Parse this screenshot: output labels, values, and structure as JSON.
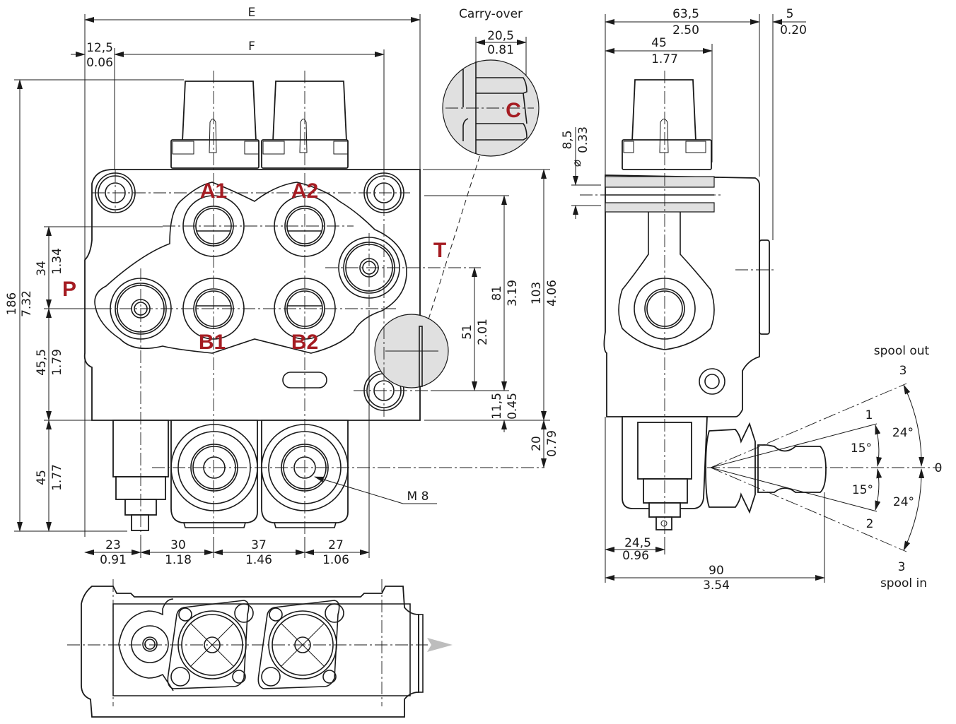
{
  "title": "Hydraulic directional control valve dimensional drawing (2 sections)",
  "colors": {
    "port_label": "#a51c22",
    "line": "#1a1a1a",
    "detail_fill": "#e0e0e0",
    "background": "#ffffff"
  },
  "ports": {
    "a1": "A1",
    "a2": "A2",
    "b1": "B1",
    "b2": "B2",
    "p": "P",
    "t": "T",
    "c": "C"
  },
  "carry_over": {
    "title": "Carry-over",
    "width_mm": "20,5",
    "width_in": "0.81"
  },
  "front_view": {
    "overall_width": "E",
    "spool_spacing": "F",
    "offset_mm": "12,5",
    "offset_in": "0.06",
    "height_total_mm": "186",
    "height_total_in": "7.32",
    "p_upper_mm": "34",
    "p_upper_in": "1.34",
    "p_lower_mm": "45,5",
    "p_lower_in": "1.79",
    "bottom_mm": "45",
    "bottom_in": "1.77",
    "right_103_mm": "103",
    "right_103_in": "4.06",
    "right_81_mm": "81",
    "right_81_in": "3.19",
    "right_51_mm": "51",
    "right_51_in": "2.01",
    "right_11_mm": "11,5",
    "right_11_in": "0.45",
    "right_20_mm": "20",
    "right_20_in": "0.79",
    "thread": "M 8",
    "bottom_dims": [
      {
        "mm": "23",
        "in": "0.91"
      },
      {
        "mm": "30",
        "in": "1.18"
      },
      {
        "mm": "37",
        "in": "1.46"
      },
      {
        "mm": "27",
        "in": "1.06"
      }
    ]
  },
  "side_view": {
    "width_mm": "63,5",
    "width_in": "2.50",
    "inner_mm": "45",
    "inner_in": "1.77",
    "ext_mm": "5",
    "ext_in": "0.20",
    "bore_symbol": "⌀",
    "bore_mm": "8,5",
    "bore_in": "0.33",
    "spool_mm": "24,5",
    "spool_in": "0.96",
    "length_mm": "90",
    "length_in": "3.54"
  },
  "lever_angles": {
    "spool_out": "spool out",
    "spool_in": "spool in",
    "pos_3_top": "3",
    "pos_1": "1",
    "pos_0": "0",
    "pos_2": "2",
    "pos_3_bottom": "3",
    "angle_15_top": "15°",
    "angle_15_bottom": "15°",
    "angle_24_top": "24°",
    "angle_24_bottom": "24°"
  }
}
